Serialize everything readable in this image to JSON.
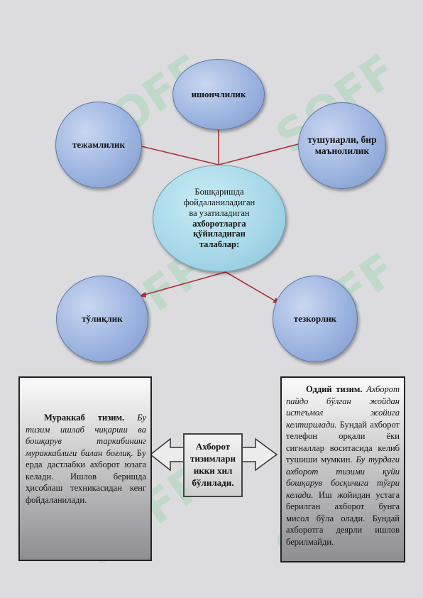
{
  "nodes": {
    "top": "ишончлилик",
    "left": "тежамлилик",
    "right": "тушунарли, бир маънолилик",
    "bottom_left": "тўлиқлик",
    "bottom_right": "тезкорлик"
  },
  "center": {
    "line1": "Бошқаришда",
    "line2": "фойдаланиладиган",
    "line3": "ва узатиладиган",
    "line4": "ахборотларга",
    "line5": "қўйиладиган",
    "line6": "талаблар:"
  },
  "middle_label": "Ахборот тизимлари икки хил бўлилади.",
  "left_box": {
    "heading": "Мураккаб тизим.",
    "italic": "Бу тизим ишлаб чиқариш ва бошқарув таркибининг мураккаблиги билан боғлиқ.",
    "text": "Бу ерда дастлабки ахборот юзага келади. Ишлов беришда ҳисоблаш техникасидан кенг фойдаланилади."
  },
  "right_box": {
    "heading": "Оддий тизим.",
    "italic1": "Ахборот пайдо бўлган жойдан истеъмол жойига келтирилади.",
    "text1": "Бундай ахборот телефон орқали ёки сигналлар воситасида келиб тушиши мумкин.",
    "italic2": "Бу турдаги ахборот тизими қуйи бошқарув босқичига тўғри келади.",
    "text2": "Иш жойидан устага берилган ахборот бунга мисол бўла олади. Бундай ахборотга деярли ишлов берилмайди."
  },
  "watermark": "SOFF",
  "colors": {
    "connector": "#a8323c",
    "ellipse_fill": "#9cb4e0",
    "center_fill": "#a5d6e8"
  }
}
